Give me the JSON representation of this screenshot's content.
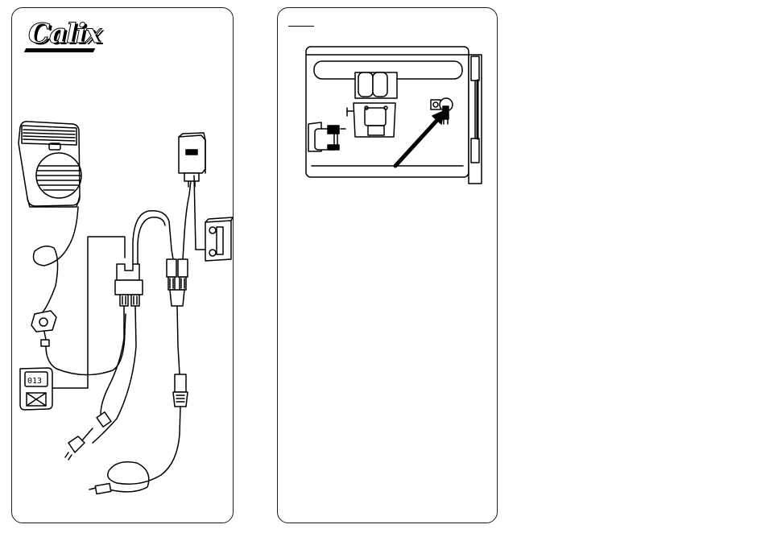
{
  "brand": {
    "logo_text": "Calix"
  },
  "left_panel": {
    "illustration": "installation-wiring-diagram"
  },
  "right_panel": {
    "illustration": "engine-bay-connection-point"
  }
}
